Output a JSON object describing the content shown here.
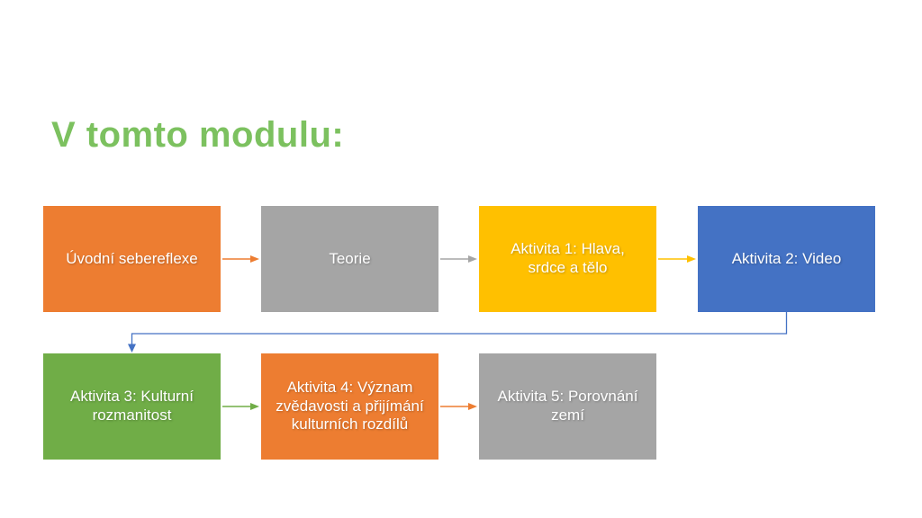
{
  "slide": {
    "title": "V tomto modulu:",
    "title_color": "#7CC15F",
    "background_color": "#FFFFFF"
  },
  "colors": {
    "orange": "#ED7D31",
    "gray": "#A5A5A5",
    "gold": "#FFC000",
    "blue": "#4472C4",
    "green": "#70AD47",
    "text_on_box": "#FFFFFF"
  },
  "flowchart": {
    "boxes": [
      {
        "label": "Úvodní sebereflexe",
        "color": "#ED7D31"
      },
      {
        "label": "Teorie",
        "color": "#A5A5A5"
      },
      {
        "label": "Aktivita 1: Hlava, srdce a tělo",
        "color": "#FFC000"
      },
      {
        "label": "Aktivita 2: Video",
        "color": "#4472C4"
      },
      {
        "label": "Aktivita 3: Kulturní rozmanitost",
        "color": "#70AD47"
      },
      {
        "label": "Aktivita 4: Význam zvědavosti a přijímání kulturních rozdílů",
        "color": "#ED7D31"
      },
      {
        "label": "Aktivita 5: Porovnání zemí",
        "color": "#A5A5A5"
      }
    ],
    "arrows": [
      {
        "from": "Úvodní sebereflexe",
        "to": "Teorie",
        "color": "#ED7D31",
        "shape": "straight"
      },
      {
        "from": "Teorie",
        "to": "Aktivita 1: Hlava, srdce a tělo",
        "color": "#A5A5A5",
        "shape": "straight"
      },
      {
        "from": "Aktivita 1: Hlava, srdce a tělo",
        "to": "Aktivita 2: Video",
        "color": "#FFC000",
        "shape": "straight"
      },
      {
        "from": "Aktivita 2: Video",
        "to": "Aktivita 3: Kulturní rozmanitost",
        "color": "#4472C4",
        "shape": "elbow"
      },
      {
        "from": "Aktivita 3: Kulturní rozmanitost",
        "to": "Aktivita 4: Význam zvědavosti a přijímání kulturních rozdílů",
        "color": "#70AD47",
        "shape": "straight"
      },
      {
        "from": "Aktivita 4: Význam zvědavosti a přijímání kulturních rozdílů",
        "to": "Aktivita 5: Porovnání zemí",
        "color": "#ED7D31",
        "shape": "straight"
      }
    ]
  }
}
